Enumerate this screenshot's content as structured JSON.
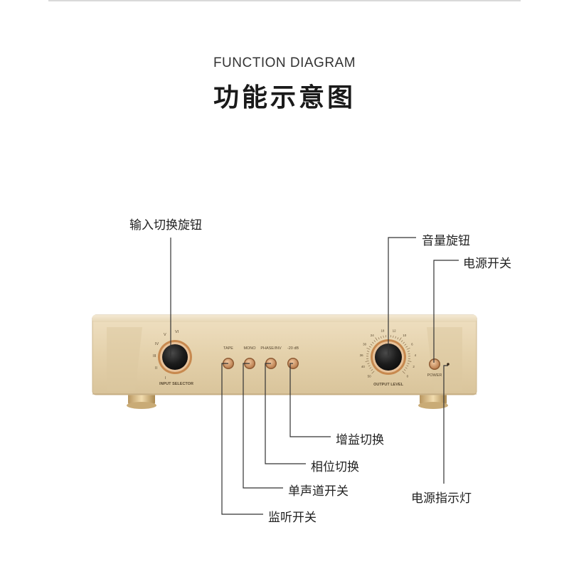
{
  "header": {
    "title_en": "FUNCTION DIAGRAM",
    "title_cn": "功能示意图"
  },
  "device": {
    "body_color": "#e4d2ae",
    "knob_ring_color": "#c7894f",
    "button_color": "#d9a77a",
    "input_selector_label": "INPUT SELECTOR",
    "input_positions": [
      "I",
      "II",
      "III",
      "IV",
      "V",
      "VI"
    ],
    "switch_labels": [
      "TAPE",
      "MONO",
      "PHASE/INV",
      "-20 dB"
    ],
    "output_level_label": "OUTPUT LEVEL",
    "power_label": "POWER",
    "volume_scale": [
      "0",
      "2",
      "4",
      "6",
      "10",
      "12",
      "18",
      "24",
      "30",
      "36",
      "40",
      "50"
    ]
  },
  "callouts": {
    "input_selector": "输入切换旋钮",
    "volume_knob": "音量旋钮",
    "power_switch": "电源开关",
    "gain_switch": "增益切换",
    "phase_switch": "相位切换",
    "mono_switch": "单声道开关",
    "monitor_switch": "监听开关",
    "power_indicator": "电源指示灯"
  }
}
